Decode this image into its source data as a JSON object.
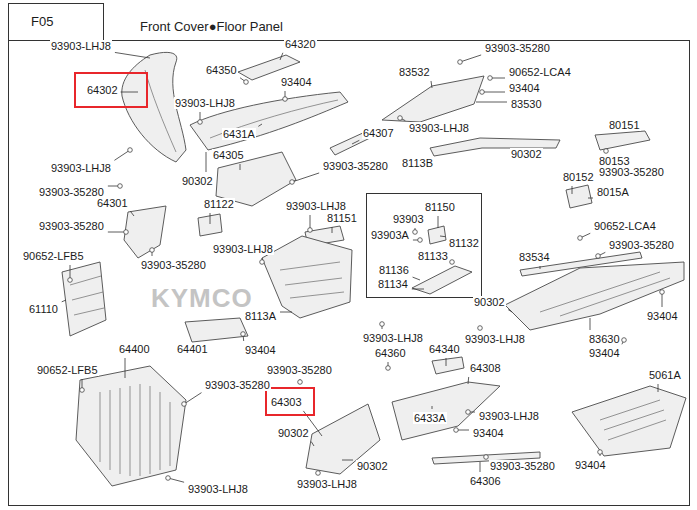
{
  "diagram": {
    "title": "Front Cover●Floor Panel",
    "nodes": [
      {
        "text": [
          "F05"
        ]
      },
      {
        "text": [
          "64302"
        ]
      },
      {
        "text": [
          "8113B"
        ]
      },
      {
        "text": [
          "64303"
        ]
      }
    ],
    "labels": [
      "93903-LHJ8",
      "64320",
      "93903-35280",
      "64350",
      "93404",
      "83532",
      "90652-LCA4",
      "93404",
      "83530",
      "93903-LHJ8",
      "93903-LHJ8",
      "80151",
      "6431A",
      "64307",
      "90302",
      "80153",
      "93903-LHJ8",
      "90302",
      "64305",
      "93903-35280",
      "93903-35280",
      "80152",
      "8015A",
      "93903-35280",
      "64301",
      "81122",
      "93903-LHJ8",
      "81151",
      "81150",
      "93903",
      "93903A",
      "81132",
      "81133",
      "81136",
      "81134",
      "93903-35280",
      "90652-LCA4",
      "93903-LHJ8",
      "93903-35280",
      "93903-35280",
      "90652-LFB5",
      "83534",
      "61110",
      "8113A",
      "90302",
      "93404",
      "83630",
      "93404",
      "93903-LHJ8",
      "64340",
      "93903-LHJ8",
      "64360",
      "64400",
      "64401",
      "93404",
      "90652-LFB5",
      "93903-35280",
      "5061A",
      "64308",
      "93903-35280",
      "93903-LHJ8",
      "6433A",
      "93404",
      "90302",
      "90302",
      "93903-35280",
      "93404",
      "93903-LHJ8",
      "64306",
      "93903-LHJ8",
      "KYMCO"
    ]
  }
}
